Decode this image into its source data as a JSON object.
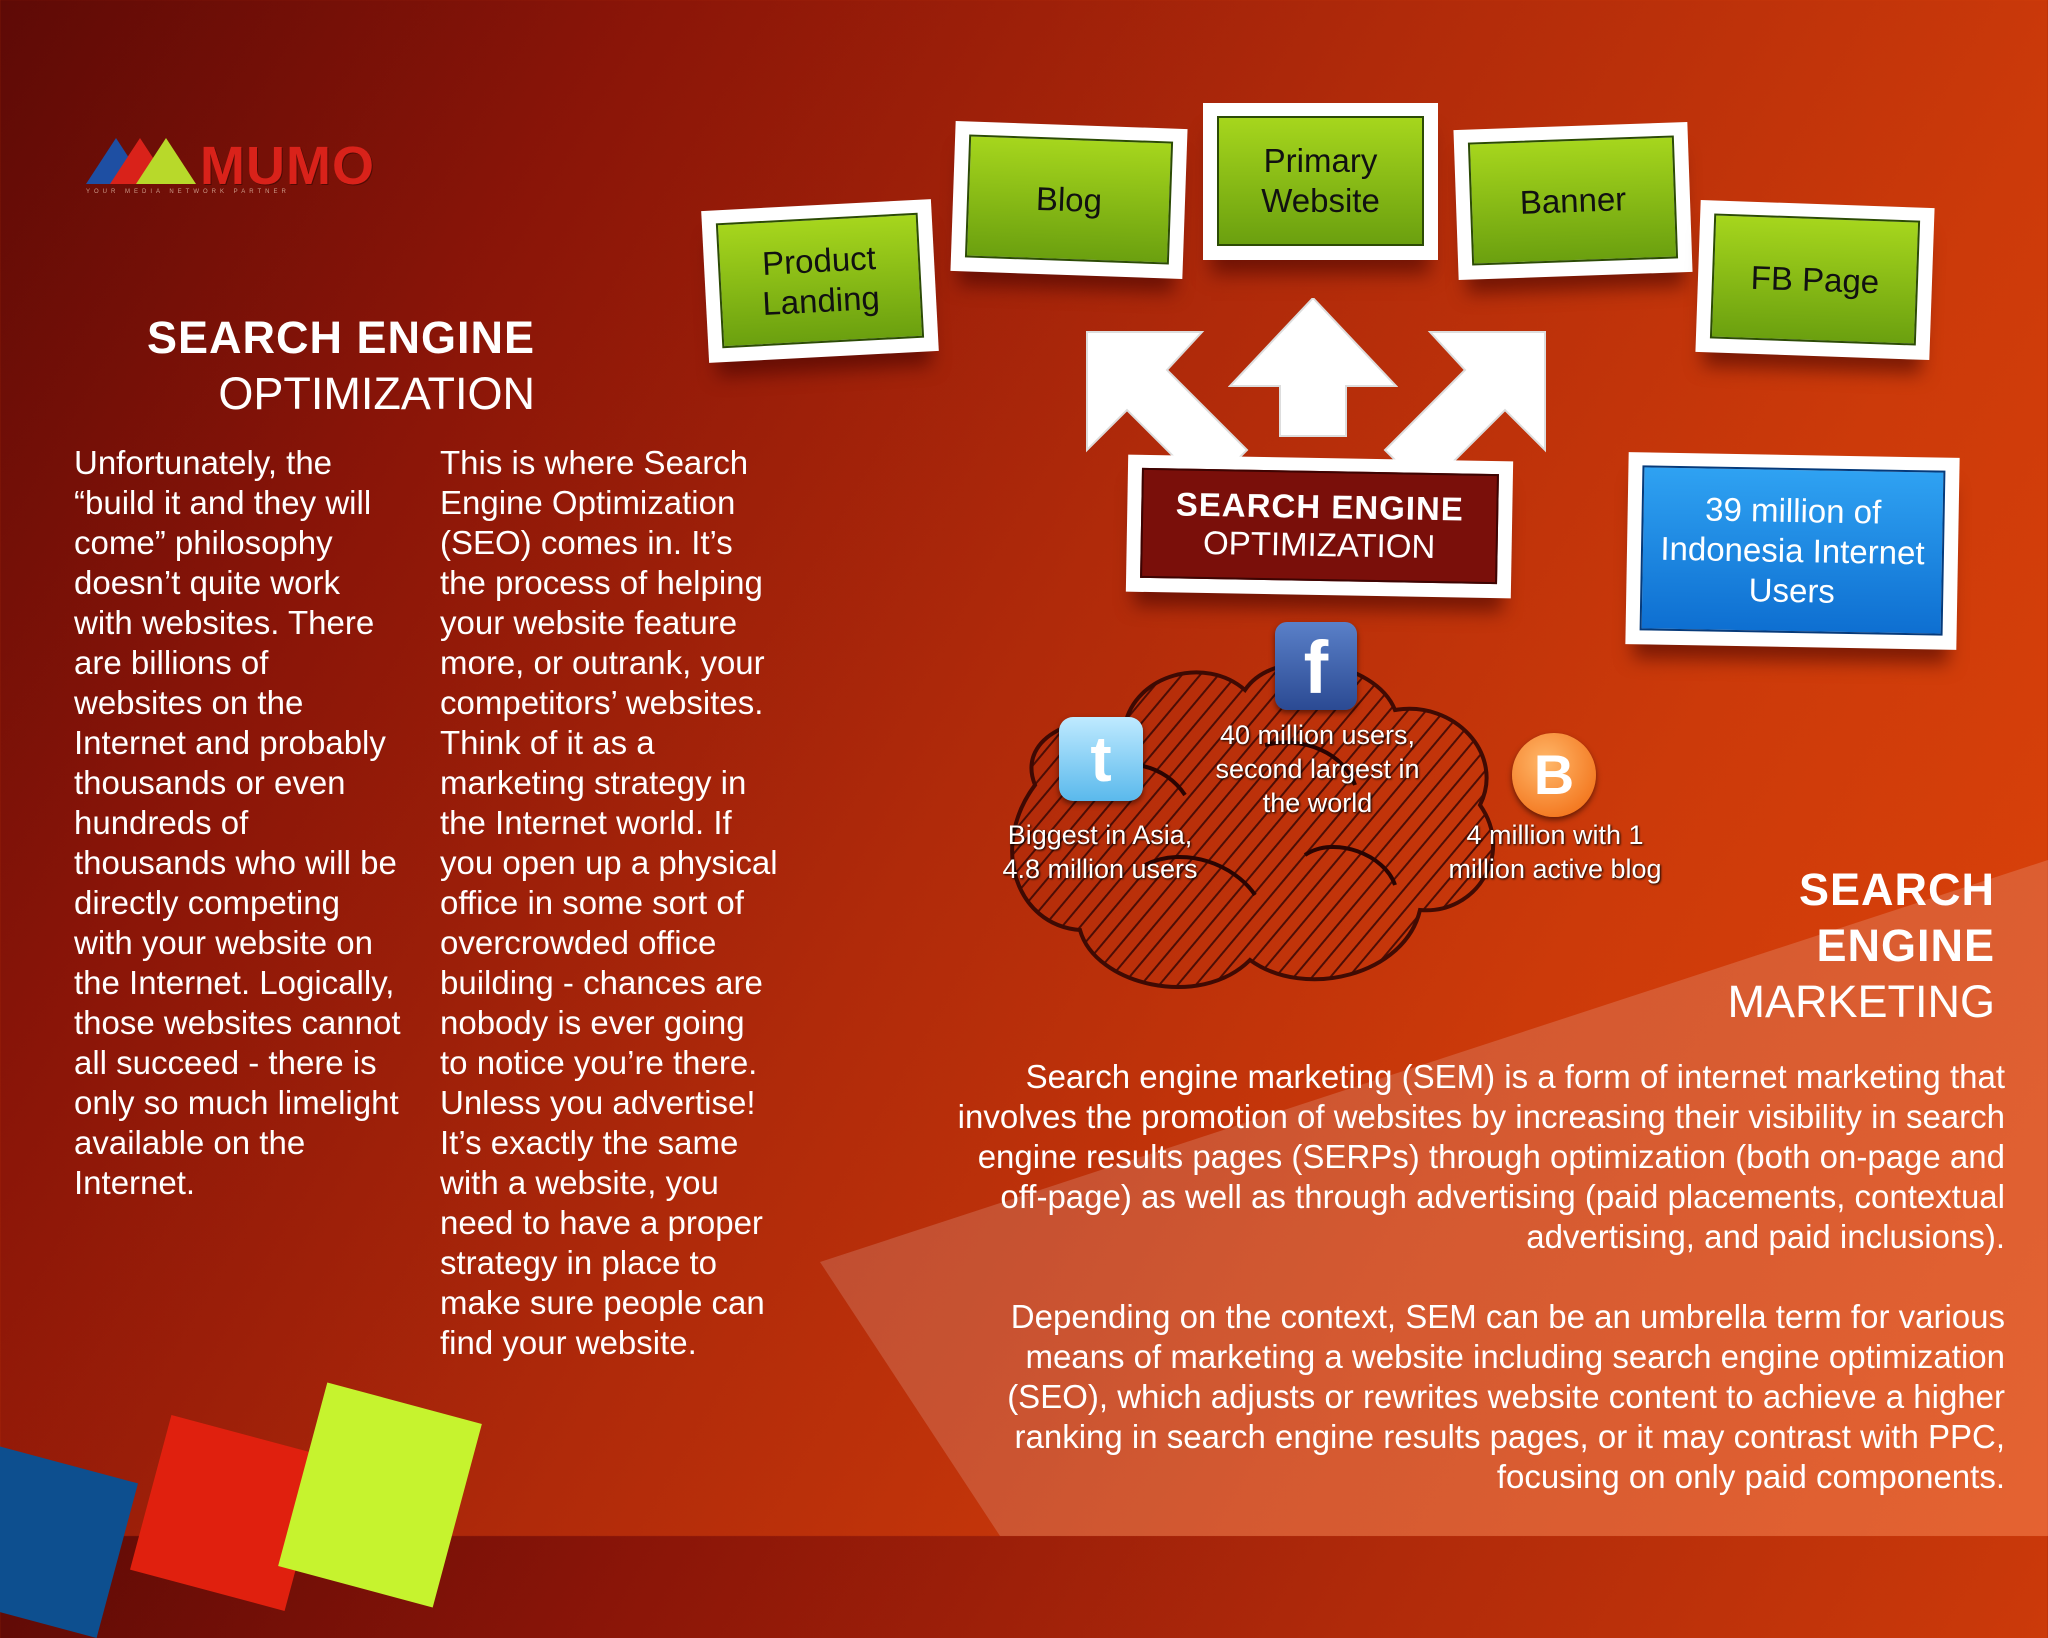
{
  "brand": {
    "name": "MUMO",
    "tagline": "YOUR MEDIA NETWORK PARTNER",
    "logo_colors": [
      "#1e4fa3",
      "#d9221a",
      "#b8d92a"
    ]
  },
  "seo": {
    "title_bold": "SEARCH ENGINE",
    "title_light": "OPTIMIZATION",
    "col1": "Unfortunately, the “build it and they will come” philosophy doesn’t quite work with websites. There are billions of websites on the Internet and probably thousands or even hundreds of thousands who will be directly competing with your website on the Internet. Logically, those websites cannot all succeed - there is only so much limelight available on the Internet.",
    "col2": "This is where Search Engine Optimization (SEO) comes in. It’s the process of helping your website feature more, or outrank, your competitors’ websites. Think of it as a marketing strategy in the Internet world. If you open up a physical office in some sort of overcrowded office building - chances are nobody is ever going to notice you’re there. Unless you advertise! It’s exactly the same with a website, you need to have a proper strategy in place to make sure people can find your website."
  },
  "diagram": {
    "signs": {
      "product_landing": "Product Landing",
      "blog": "Blog",
      "primary_website": "Primary Website",
      "banner": "Banner",
      "fb_page": "FB Page",
      "users": "39 million of Indonesia Internet Users"
    },
    "center_bold": "SEARCH ENGINE",
    "center_light": "OPTIMIZATION",
    "social": {
      "twitter": "Biggest in Asia, 4.8 million users",
      "facebook": "40 million users, second largest in the world",
      "blogger": "4 million with 1 million active blog"
    }
  },
  "sem": {
    "title_line1": "SEARCH",
    "title_line2": "ENGINE",
    "title_light": "MARKETING",
    "para1": "Search engine marketing (SEM) is a form of internet marketing that involves the promotion of websites by increasing their visibility in search engine results pages (SERPs) through optimization (both on-page and off-page) as well as through advertising (paid placements, contextual advertising, and paid inclusions).",
    "para2": "Depending on the context, SEM can be an umbrella term for various means of marketing a website including search engine optimization (SEO), which adjusts or rewrites website content to achieve a higher ranking in search engine results pages, or it may contrast with PPC, focusing on only paid components."
  },
  "colors": {
    "sign_green": "#8cc21a",
    "sign_blue": "#1a8ae6",
    "square_blue": "#0d4f8f",
    "square_red": "#e0200e",
    "square_lime": "#c6f32e"
  }
}
